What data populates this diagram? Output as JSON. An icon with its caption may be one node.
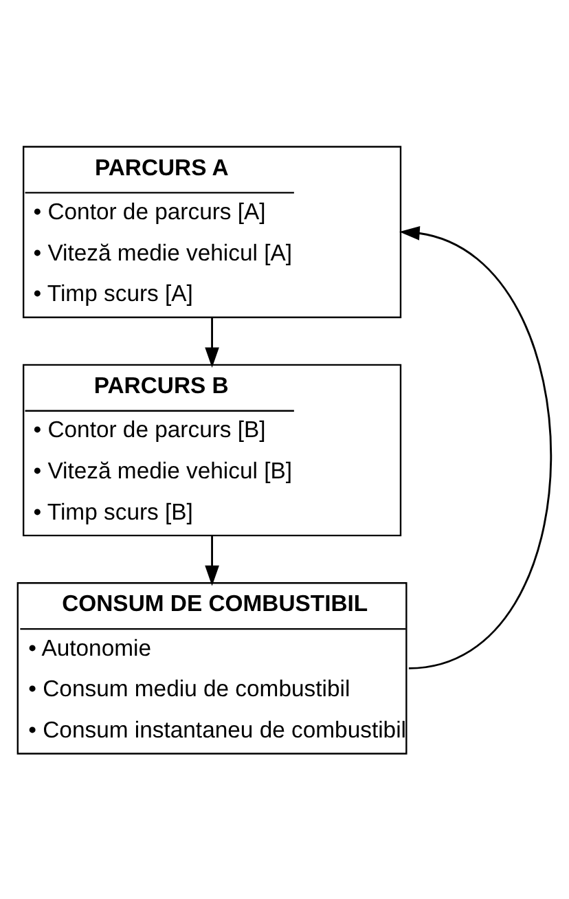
{
  "diagram": {
    "nodes": [
      {
        "text": [
          "PARCURS A",
          "• Contor de parcurs [A]",
          "• Viteză medie vehicul [A]",
          "• Timp scurs [A]"
        ]
      },
      {
        "text": [
          "PARCURS B",
          "• Contor de parcurs [B]",
          "• Viteză medie vehicul [B]",
          "• Timp scurs [B]"
        ]
      },
      {
        "text": [
          "CONSUM DE COMBUSTIBIL",
          "• Autonomie",
          "• Consum mediu de combustibil",
          "• Consum instantaneu de combustibil"
        ]
      }
    ],
    "edges": [
      {
        "from": 0,
        "to": 1,
        "arrow": "to"
      },
      {
        "from": 1,
        "to": 2,
        "arrow": "to"
      },
      {
        "from": 2,
        "to": 0,
        "arrow": "to"
      }
    ]
  }
}
